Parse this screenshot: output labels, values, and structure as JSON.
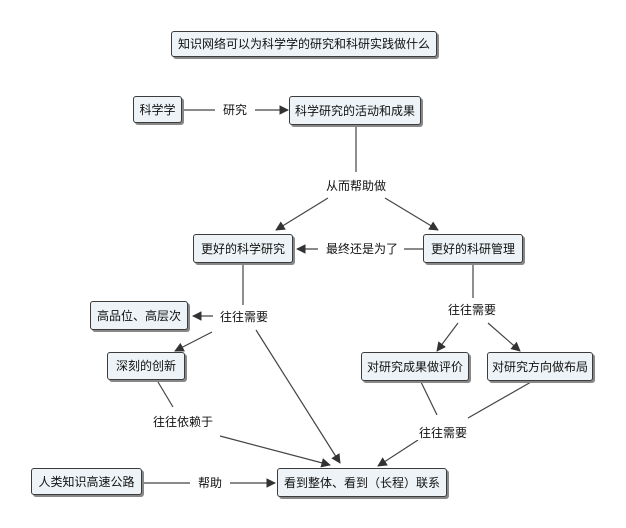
{
  "diagram": {
    "nodes": {
      "title": "知识网络可以为科学学的研究和科研实践做什么",
      "scientometrics": "科学学",
      "research_activities": "科学研究的活动和成果",
      "better_research": "更好的科学研究",
      "better_management": "更好的科研管理",
      "high_quality": "高品位、高层次",
      "deep_innovation": "深刻的创新",
      "eval_results": "对研究成果做评价",
      "plan_direction": "对研究方向做布局",
      "knowledge_highway": "人类知识高速公路",
      "holistic_view": "看到整体、看到（长程）联系"
    },
    "links": {
      "research": "研究",
      "thereby_helps": "从而帮助做",
      "ultimately_for": "最终还是为了",
      "often_needs_1": "往往需要",
      "often_needs_2": "往往需要",
      "often_relies_on": "往往依赖于",
      "often_needs_3": "往往需要",
      "helps": "帮助"
    }
  }
}
